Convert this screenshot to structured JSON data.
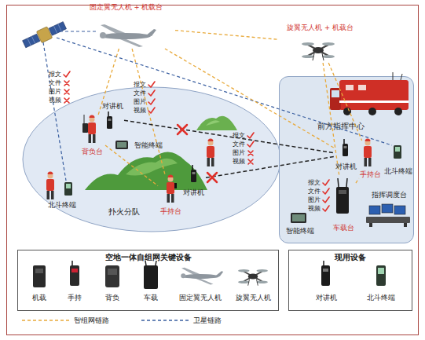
{
  "diagram": {
    "nodes": [
      {
        "text": [
          "固定翼无人机 + 机载台"
        ]
      },
      {
        "text": [
          "旋翼无人机 + 机载台"
        ]
      },
      {
        "text": [
          "扑火分队"
        ]
      },
      {
        "text": [
          "前方指挥中心"
        ]
      },
      {
        "text": [
          "对讲机"
        ],
        "in": 2
      },
      {
        "text": [
          "背负台"
        ],
        "in": 2
      },
      {
        "text": [
          "智能终端"
        ],
        "in": 2
      },
      {
        "text": [
          "北斗终端"
        ],
        "in": 2
      },
      {
        "text": [
          "手持台"
        ],
        "in": 2
      },
      {
        "text": [
          "对讲机"
        ],
        "in": 2
      },
      {
        "text": [
          "对讲机"
        ],
        "in": 3
      },
      {
        "text": [
          "手持台"
        ],
        "in": 3
      },
      {
        "text": [
          "北斗终端"
        ],
        "in": 3
      },
      {
        "text": [
          "指挥调度台"
        ],
        "in": 3
      },
      {
        "text": [
          "车载台"
        ],
        "in": 3
      },
      {
        "text": [
          "智能终端"
        ],
        "in": 3
      },
      {
        "text": [
          "空地一体自组网关键设备"
        ]
      },
      {
        "text": [
          "现用设备"
        ]
      }
    ],
    "edges": [
      {
        "from": 0,
        "to": 1,
        "arrow": "none"
      },
      {
        "from": 0,
        "to": 5,
        "arrow": "none"
      },
      {
        "from": 0,
        "to": 8,
        "arrow": "none"
      },
      {
        "from": 0,
        "to": 10,
        "arrow": "none"
      },
      {
        "from": 1,
        "to": 11,
        "arrow": "none"
      },
      {
        "from": 1,
        "to": 14,
        "arrow": "none"
      },
      {
        "from": 5,
        "to": 8,
        "arrow": "none"
      },
      {
        "from": 14,
        "to": 11,
        "arrow": "none"
      },
      {
        "from": 4,
        "to": 10,
        "arrow": "none"
      },
      {
        "from": 9,
        "to": 10,
        "arrow": "none"
      }
    ],
    "labels": [
      "报文",
      "文件",
      "图片",
      "视频",
      "报文",
      "文件",
      "图片",
      "视频",
      "报文",
      "文件",
      "图片",
      "视频",
      "报文",
      "文件",
      "图片",
      "视频",
      "机载",
      "手持",
      "背负",
      "车载",
      "固定翼无人机",
      "旋翼无人机",
      "对讲机",
      "北斗终端"
    ],
    "legend": [
      {
        "text": "智组网链路"
      },
      {
        "text": "卫星链路"
      }
    ]
  }
}
